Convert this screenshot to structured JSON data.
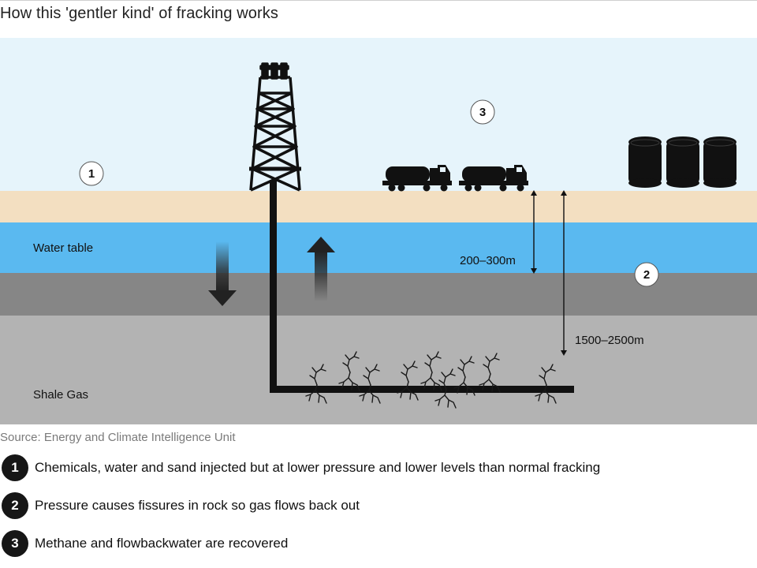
{
  "title": "How this 'gentler kind' of fracking works",
  "labels": {
    "water_table": "Water table",
    "shale_gas": "Shale Gas",
    "depth_shallow": "200–300m",
    "depth_deep": "1500–2500m"
  },
  "badges": {
    "one": "1",
    "two": "2",
    "three": "3"
  },
  "source": "Source: Energy and Climate Intelligence Unit",
  "legend": [
    {
      "num": "1",
      "text": "Chemicals, water and sand injected but at lower pressure and lower levels than normal fracking"
    },
    {
      "num": "2",
      "text": "Pressure causes fissures in rock so gas flows back out"
    },
    {
      "num": "3",
      "text": "Methane and flowbackwater are recovered"
    }
  ],
  "colors": {
    "sky": "#e6f4fb",
    "sand": "#f3dfc1",
    "water": "#5ab9f0",
    "dark_rock": "#868686",
    "shale": "#b3b3b3",
    "ink": "#111111"
  },
  "icons": [
    "drilling-rig-icon",
    "tanker-truck-icon",
    "storage-tank-icon",
    "down-arrow-icon",
    "up-arrow-icon",
    "fissure-icon"
  ]
}
